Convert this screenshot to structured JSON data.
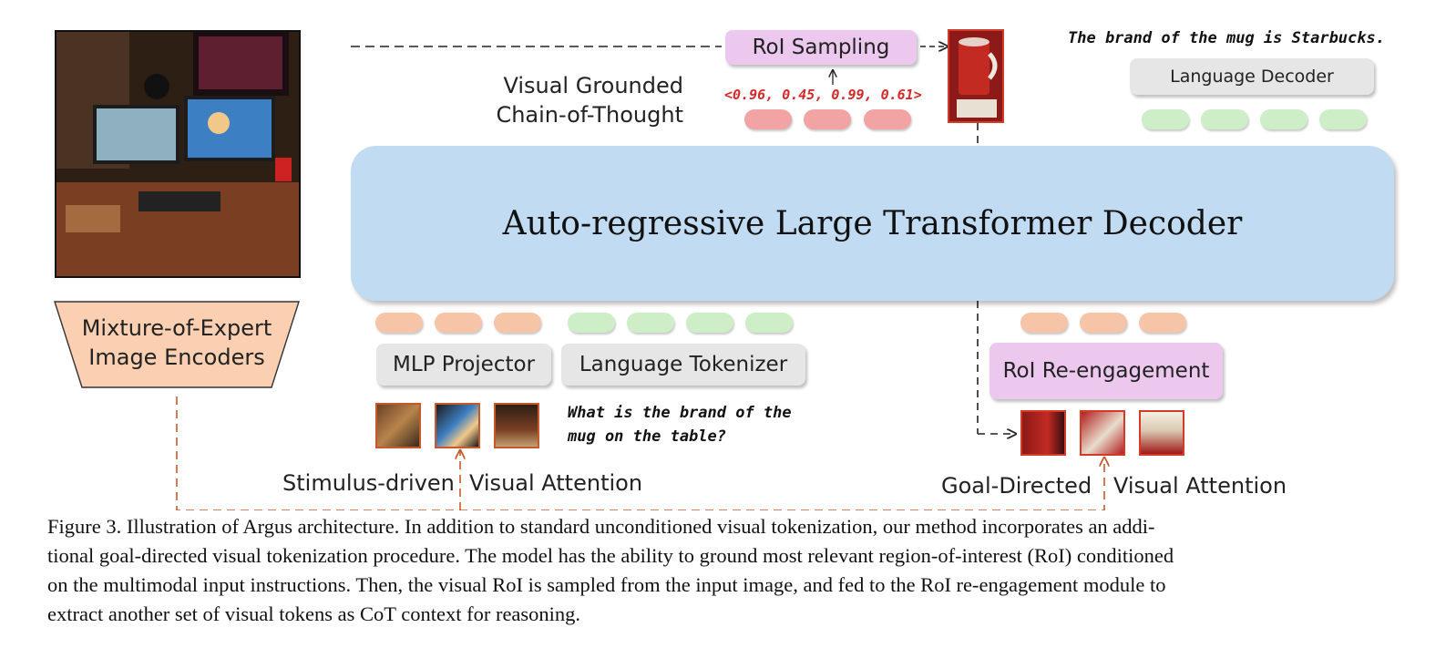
{
  "diagram": {
    "decoder_title": "Auto-regressive Large Transformer Decoder",
    "encoder_label_line1": "Mixture-of-Expert",
    "encoder_label_line2": "Image Encoders",
    "mlp_projector": "MLP Projector",
    "language_tokenizer": "Language Tokenizer",
    "roi_sampling": "RoI Sampling",
    "roi_reengagement": "RoI Re-engagement",
    "language_decoder": "Language Decoder",
    "visual_cot_line1": "Visual Grounded",
    "visual_cot_line2": "Chain-of-Thought",
    "bbox_coords": "<0.96, 0.45, 0.99, 0.61>",
    "answer_text": "The brand of the mug is Starbucks.",
    "question_line1": "What is the brand of the",
    "question_line2": "mug on the table?",
    "stimulus_left": "Stimulus-driven",
    "stimulus_right": "Visual Attention",
    "goal_left": "Goal-Directed",
    "goal_right": "Visual Attention"
  },
  "colors": {
    "decoder_fill": "#c1dbf3",
    "encoder_fill": "#fbcfb1",
    "roi_fill": "#ecc8ee",
    "box_gray": "#e6e6e6",
    "token_orange": "#f6c4a6",
    "token_green": "#cdeec7",
    "token_red": "#f2a3a3",
    "dashed_orange": "#c8582a",
    "coord_red": "#d42a2a"
  },
  "caption": {
    "line1": "Figure 3. Illustration of Argus architecture. In addition to standard unconditioned visual tokenization, our method incorporates an addi-",
    "line2": "tional goal-directed visual tokenization procedure. The model has the ability to ground most relevant region-of-interest (RoI) conditioned",
    "line3": "on the multimodal input instructions. Then, the visual RoI is sampled from the input image, and fed to the RoI re-engagement module to",
    "line4": "extract another set of visual tokens as CoT context for reasoning."
  }
}
